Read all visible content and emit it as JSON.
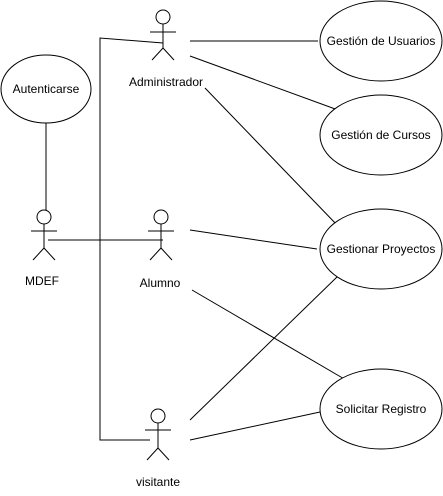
{
  "diagram": {
    "background": "#ffffff",
    "stroke_color": "#000000",
    "actors": {
      "administrador": "Administrador",
      "mdef": "MDEF",
      "alumno": "Alumno",
      "visitante": "visitante"
    },
    "use_cases": {
      "autenticarse": "Autenticarse",
      "gestion_usuarios": "Gestión de Usuarios",
      "gestion_cursos": "Gestión de Cursos",
      "gestionar_proyectos": "Gestionar Proyectos",
      "solicitar_registro": "Solicitar Registro"
    }
  }
}
